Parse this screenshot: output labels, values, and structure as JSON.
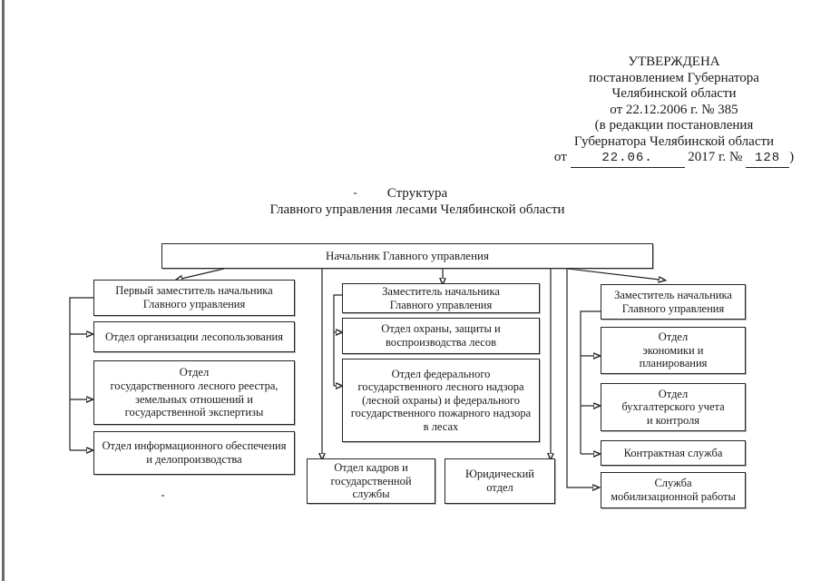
{
  "approval": {
    "lines": [
      "УТВЕРЖДЕНА",
      "постановлением Губернатора",
      "Челябинской области",
      "от 22.12.2006 г. № 385",
      "(в редакции постановления",
      "Губернатора Челябинской области"
    ],
    "last": {
      "prefix": "от",
      "date": "22.06.",
      "middle": "2017 г. №",
      "number": "128",
      "suffix": ")"
    }
  },
  "title": {
    "line1": "Структура",
    "line2": "Главного управления лесами Челябинской области"
  },
  "nodes": {
    "head": "Начальник Главного управления",
    "first_deputy": "Первый заместитель начальника\nГлавного управления",
    "forest_use": "Отдел организации лесопользования",
    "forest_registry": "Отдел\nгосударственного лесного реестра,\nземельных отношений и\nгосударственной экспертизы",
    "info_support": "Отдел информационного обеспечения\nи делопроизводства",
    "deputy_center": "Заместитель начальника\nГлавного управления",
    "forest_protection": "Отдел охраны, защиты и\nвоспроизводства лесов",
    "federal_supervision": "Отдел федерального\nгосударственного лесного надзора\n(лесной охраны) и федерального\nгосударственного пожарного надзора\nв лесах",
    "hr": "Отдел кадров и\nгосударственной\nслужбы",
    "legal": "Юридический\nотдел",
    "deputy_right": "Заместитель начальника\nГлавного управления",
    "economics": "Отдел\nэкономики и\nпланирования",
    "accounting": "Отдел\nбухгалтерского учета\nи контроля",
    "contract": "Контрактная служба",
    "mobilization": "Служба\nмобилизационной работы"
  },
  "colors": {
    "page_bg": "#ffffff",
    "ink": "#1a1a1a",
    "box_border": "#262626",
    "wire": "#222222"
  }
}
